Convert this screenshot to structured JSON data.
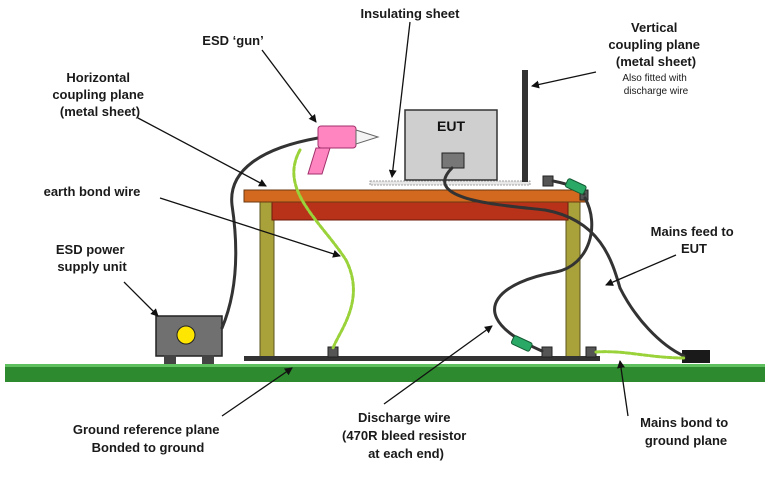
{
  "labels": {
    "insulating_sheet": "Insulating sheet",
    "esd_gun": "ESD ‘gun’",
    "horizontal_plane": [
      "Horizontal",
      "coupling plane",
      "(metal sheet)"
    ],
    "vertical_plane": [
      "Vertical",
      "coupling plane",
      "(metal sheet)"
    ],
    "vertical_plane_note": [
      "Also fitted with",
      "discharge wire"
    ],
    "eut": "EUT",
    "earth_bond_wire": "earth bond wire",
    "esd_psu": [
      "ESD power",
      "supply unit"
    ],
    "mains_feed": [
      "Mains feed to",
      "EUT"
    ],
    "ground_ref": [
      "Ground reference plane",
      "Bonded to ground"
    ],
    "discharge_wire": [
      "Discharge wire",
      "(470R bleed resistor",
      "at each end)"
    ],
    "mains_bond": [
      "Mains bond to",
      "ground plane"
    ]
  },
  "colors": {
    "ground": "#2e8a2e",
    "table_top": "#d2691e",
    "table_under": "#b8321a",
    "legs": "#a9a23a",
    "gun": "#ff85c0",
    "eut_box": "#cfcfcf",
    "psu": "#707070",
    "psu_lamp": "#ffe600",
    "resistor": "#2aa866"
  }
}
